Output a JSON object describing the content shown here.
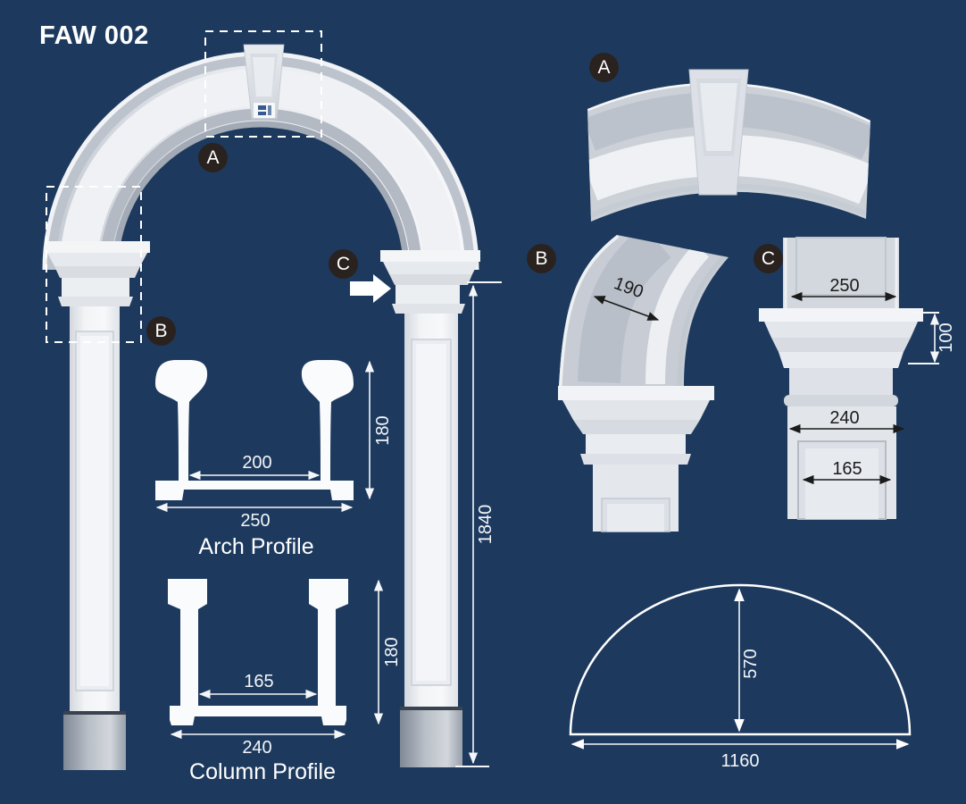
{
  "colors": {
    "background": "#1d3a5e",
    "marker_badge": "#2a221f",
    "dimension_light": "#f4f6f9",
    "dimension_dark": "#1b1b1b",
    "product_white": "#eef0f3"
  },
  "title": "FAW 002",
  "markers": {
    "a": "A",
    "b": "B",
    "c": "C"
  },
  "main_view": {
    "overall_height": "1840"
  },
  "arch_profile": {
    "label": "Arch Profile",
    "inner_width": "200",
    "overall_width": "250",
    "height": "180"
  },
  "column_profile": {
    "label": "Column Profile",
    "inner_width": "165",
    "overall_width": "240",
    "height": "180"
  },
  "detail_b": {
    "arch_band_width": "190"
  },
  "detail_c": {
    "top_width": "250",
    "capital_height": "100",
    "shaft_width": "240",
    "panel_width": "165"
  },
  "arch_outline": {
    "rise": "570",
    "span": "1160"
  }
}
